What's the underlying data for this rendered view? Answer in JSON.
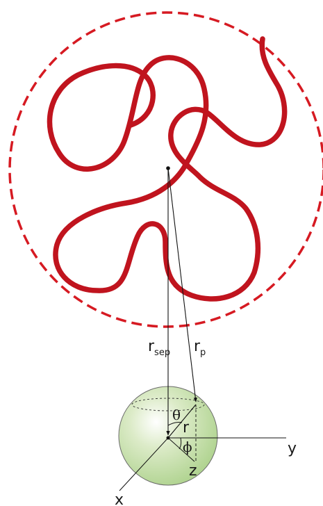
{
  "labels": {
    "r_sep": "r",
    "r_sep_sub": "sep",
    "r_p": "r",
    "r_p_sub": "p",
    "theta": "θ",
    "r": "r",
    "phi": "ϕ",
    "x_axis": "x",
    "y_axis": "y",
    "z_axis": "z"
  },
  "colors": {
    "polymer": "#c0141e",
    "boundary": "#d61a22",
    "sphere_fill": "#b6d79a",
    "sphere_stroke": "#666666",
    "lines": "#111111"
  }
}
